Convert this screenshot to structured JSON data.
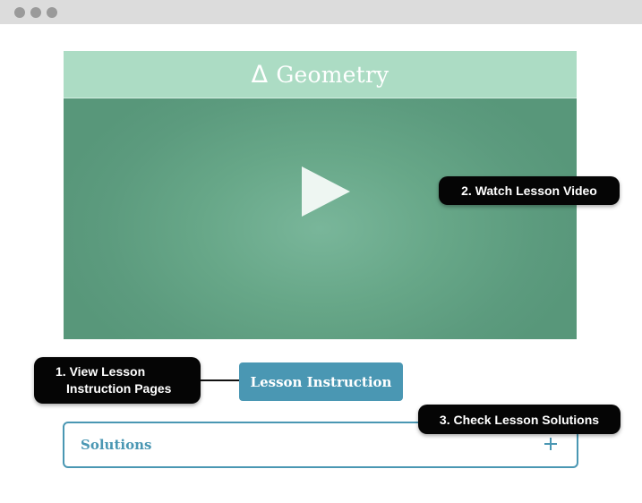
{
  "window": {
    "controls": [
      "dot",
      "dot",
      "dot"
    ]
  },
  "video": {
    "title_icon": "Δ",
    "title": "Geometry",
    "play_icon": "play-icon",
    "colors": {
      "header": "#acdcc4",
      "video_bg": "#5c9b7e"
    }
  },
  "callouts": {
    "video": "2. Watch Lesson Video",
    "instruction_line1": "1. View Lesson",
    "instruction_line2": "Instruction Pages",
    "solutions": "3. Check Lesson Solutions"
  },
  "lesson_button": {
    "label": "Lesson Instruction",
    "color": "#4a97b3"
  },
  "solutions_panel": {
    "label": "Solutions",
    "expand_icon": "plus-icon"
  }
}
